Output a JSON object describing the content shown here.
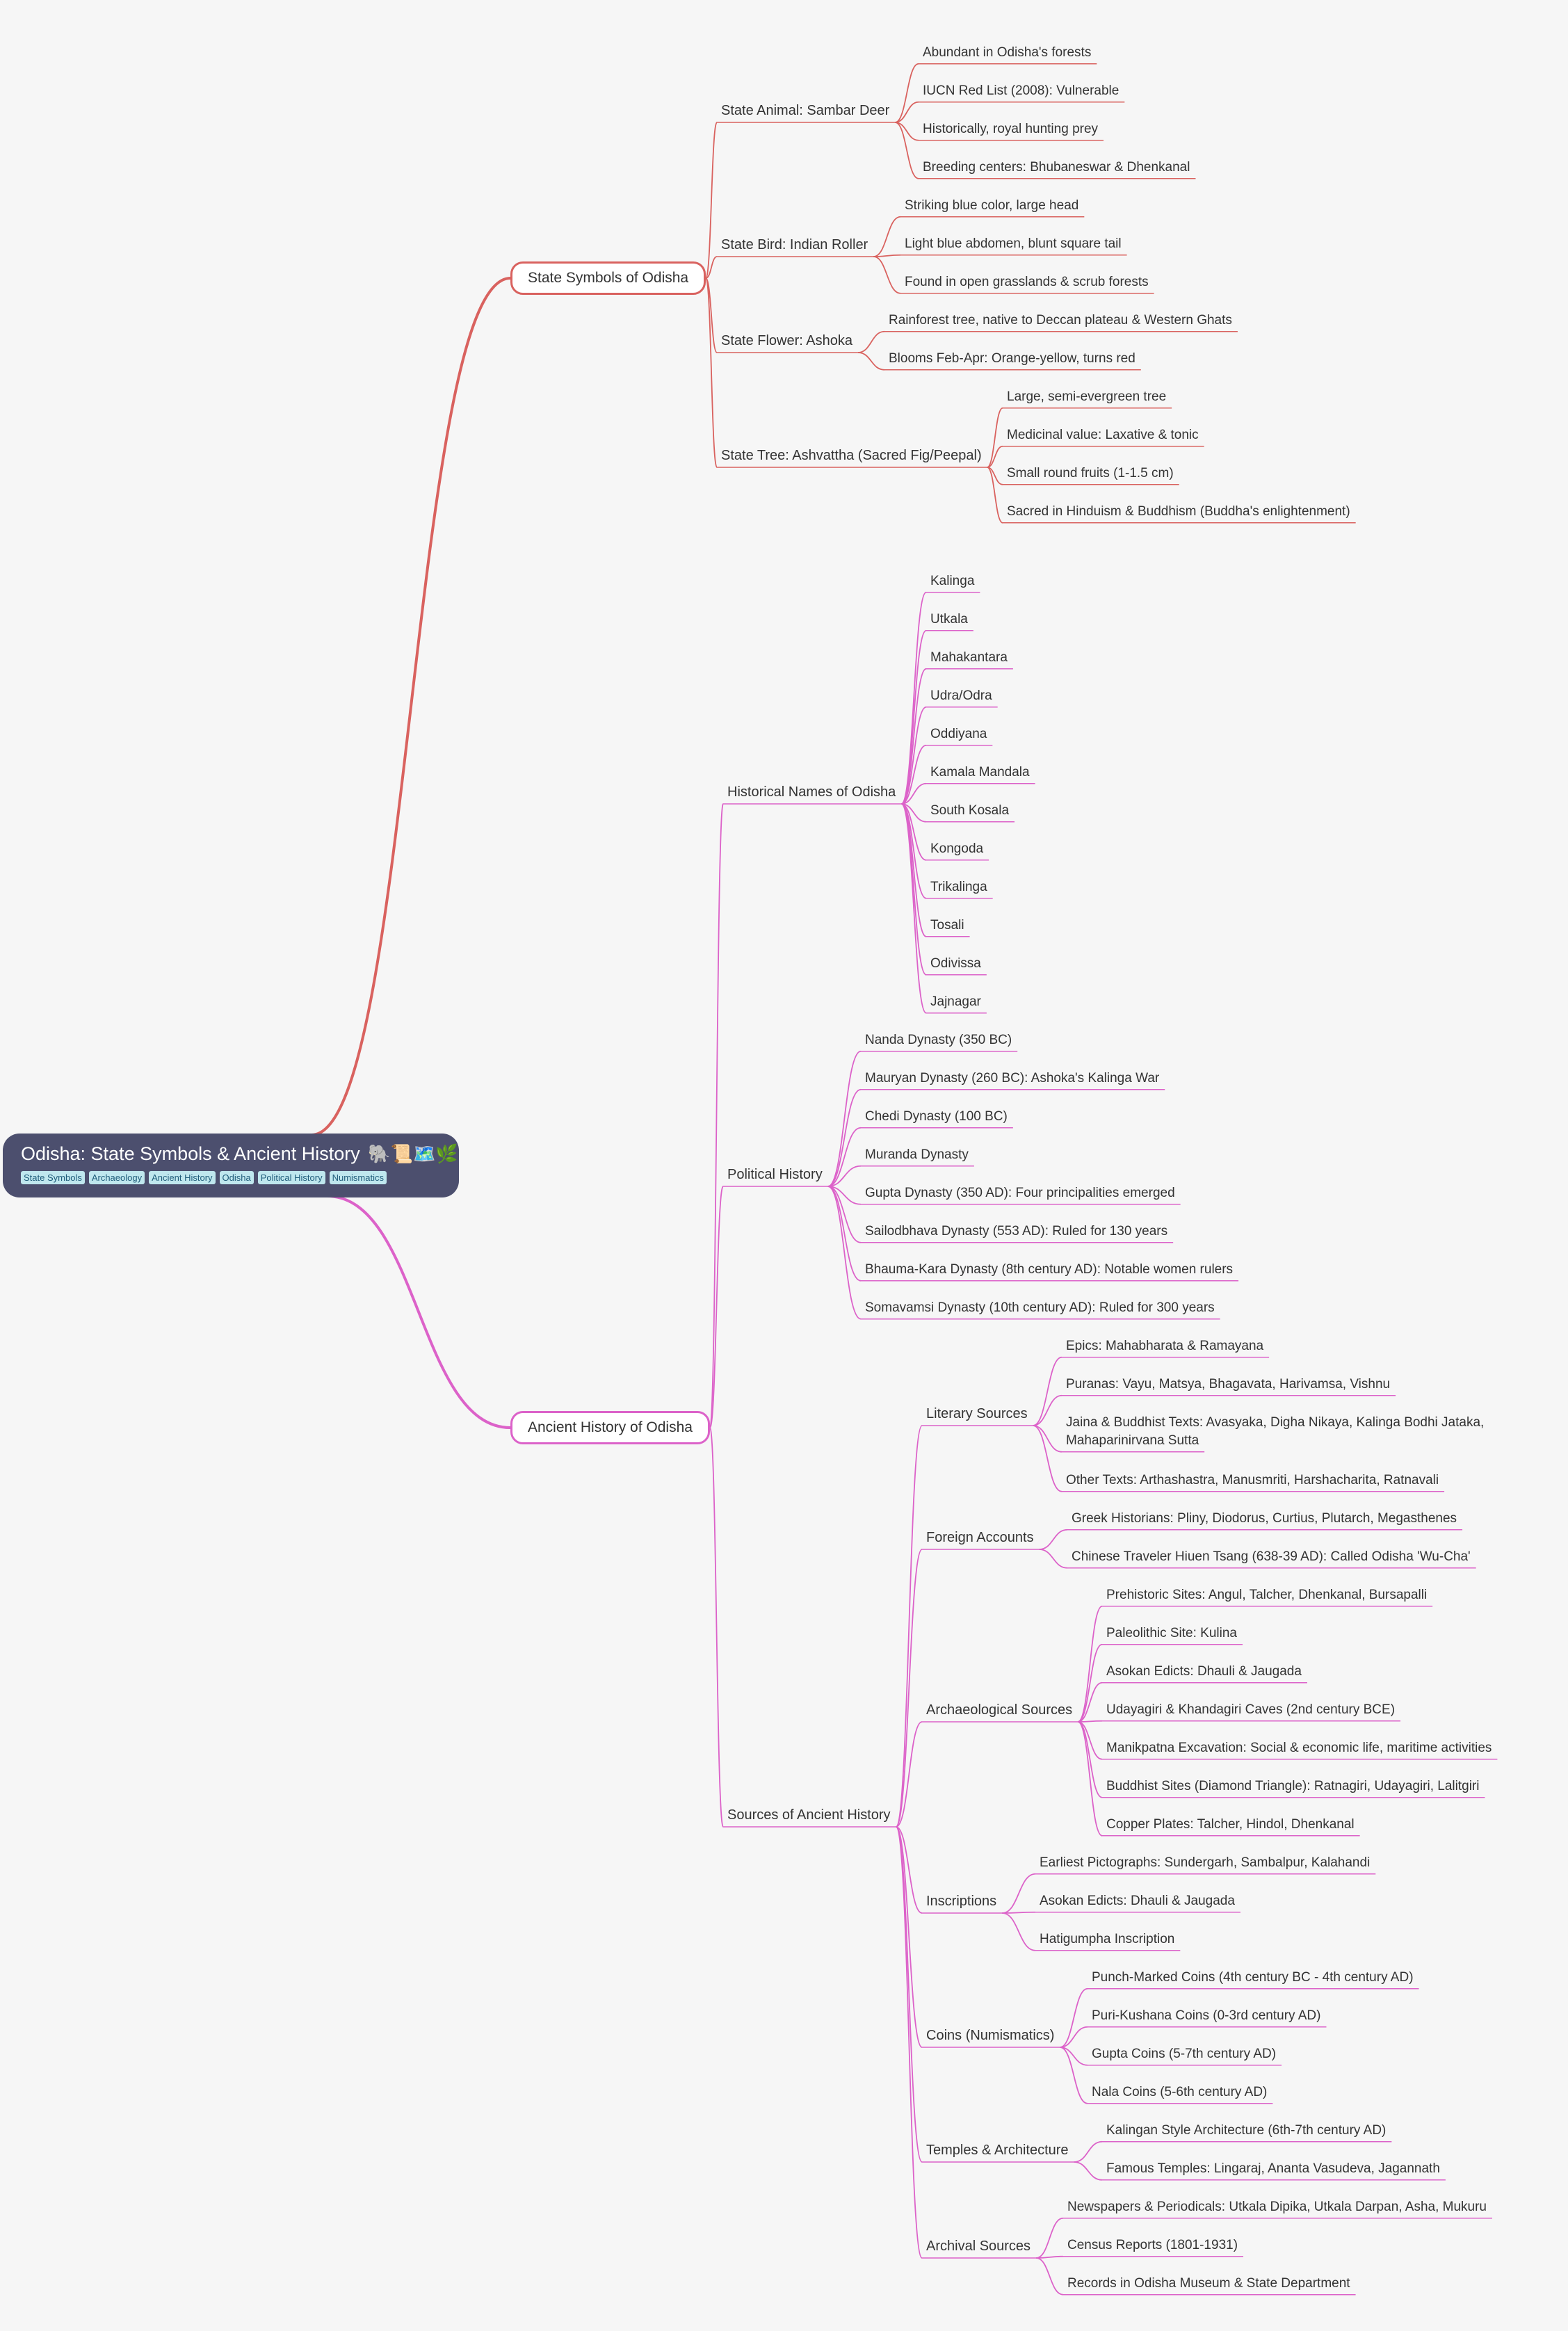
{
  "root": {
    "title": "Odisha: State Symbols & Ancient History",
    "emoji": "🐘📜🗺️🌿",
    "tags": [
      "State Symbols",
      "Archaeology",
      "Ancient History",
      "Odisha",
      "Political History",
      "Numismatics"
    ]
  },
  "colors": {
    "red": "#d9625f",
    "pink": "#dc62c9",
    "root_bg": "#4c4f6e",
    "tag_bg": "#bfe7ee"
  },
  "branches": [
    {
      "label": "State Symbols of Odisha",
      "color": "red",
      "children": [
        {
          "label": "State Animal: Sambar Deer",
          "children": [
            "Abundant in Odisha's forests",
            "IUCN Red List (2008): Vulnerable",
            "Historically, royal hunting prey",
            "Breeding centers: Bhubaneswar & Dhenkanal"
          ]
        },
        {
          "label": "State Bird: Indian Roller",
          "children": [
            "Striking blue color, large head",
            "Light blue abdomen, blunt square tail",
            "Found in open grasslands & scrub forests"
          ]
        },
        {
          "label": "State Flower: Ashoka",
          "children": [
            "Rainforest tree, native to Deccan plateau & Western Ghats",
            "Blooms Feb-Apr: Orange-yellow, turns red"
          ]
        },
        {
          "label": "State Tree: Ashvattha (Sacred Fig/Peepal)",
          "children": [
            "Large, semi-evergreen tree",
            "Medicinal value: Laxative & tonic",
            "Small round fruits (1-1.5 cm)",
            "Sacred in Hinduism & Buddhism (Buddha's enlightenment)"
          ]
        }
      ]
    },
    {
      "label": "Ancient History of Odisha",
      "color": "pink",
      "children": [
        {
          "label": "Historical Names of Odisha",
          "children": [
            "Kalinga",
            "Utkala",
            "Mahakantara",
            "Udra/Odra",
            "Oddiyana",
            "Kamala Mandala",
            "South Kosala",
            "Kongoda",
            "Trikalinga",
            "Tosali",
            "Odivissa",
            "Jajnagar"
          ]
        },
        {
          "label": "Political History",
          "children": [
            "Nanda Dynasty (350 BC)",
            "Mauryan Dynasty (260 BC): Ashoka's Kalinga War",
            "Chedi Dynasty (100 BC)",
            "Muranda Dynasty",
            "Gupta Dynasty (350 AD): Four principalities emerged",
            "Sailodbhava Dynasty (553 AD): Ruled for 130 years",
            "Bhauma-Kara Dynasty (8th century AD): Notable women rulers",
            "Somavamsi Dynasty (10th century AD): Ruled for 300 years"
          ]
        },
        {
          "label": "Sources of Ancient History",
          "children": [
            {
              "label": "Literary Sources",
              "children": [
                "Epics: Mahabharata & Ramayana",
                "Puranas: Vayu, Matsya, Bhagavata, Harivamsa, Vishnu",
                [
                  "Jaina & Buddhist Texts: Avasyaka, Digha Nikaya, Kalinga Bodhi Jataka,",
                  "Mahaparinirvana Sutta"
                ],
                "Other Texts: Arthashastra, Manusmriti, Harshacharita, Ratnavali"
              ]
            },
            {
              "label": "Foreign Accounts",
              "children": [
                "Greek Historians: Pliny, Diodorus, Curtius, Plutarch, Megasthenes",
                "Chinese Traveler Hiuen Tsang (638-39 AD): Called Odisha 'Wu-Cha'"
              ]
            },
            {
              "label": "Archaeological Sources",
              "children": [
                "Prehistoric Sites: Angul, Talcher, Dhenkanal, Bursapalli",
                "Paleolithic Site: Kulina",
                "Asokan Edicts: Dhauli & Jaugada",
                "Udayagiri & Khandagiri Caves (2nd century BCE)",
                "Manikpatna Excavation: Social & economic life, maritime activities",
                "Buddhist Sites (Diamond Triangle): Ratnagiri, Udayagiri, Lalitgiri",
                "Copper Plates: Talcher, Hindol, Dhenkanal"
              ]
            },
            {
              "label": "Inscriptions",
              "children": [
                "Earliest Pictographs: Sundergarh, Sambalpur, Kalahandi",
                "Asokan Edicts: Dhauli & Jaugada",
                "Hatigumpha Inscription"
              ]
            },
            {
              "label": "Coins (Numismatics)",
              "children": [
                "Punch-Marked Coins (4th century BC - 4th century AD)",
                "Puri-Kushana Coins (0-3rd century AD)",
                "Gupta Coins (5-7th century AD)",
                "Nala Coins (5-6th century AD)"
              ]
            },
            {
              "label": "Temples & Architecture",
              "children": [
                "Kalingan Style Architecture (6th-7th century AD)",
                "Famous Temples: Lingaraj, Ananta Vasudeva, Jagannath"
              ]
            },
            {
              "label": "Archival Sources",
              "children": [
                "Newspapers & Periodicals: Utkala Dipika, Utkala Darpan, Asha, Mukuru",
                "Census Reports (1801-1931)",
                "Records in Odisha Museum & State Department"
              ]
            }
          ]
        }
      ]
    }
  ]
}
